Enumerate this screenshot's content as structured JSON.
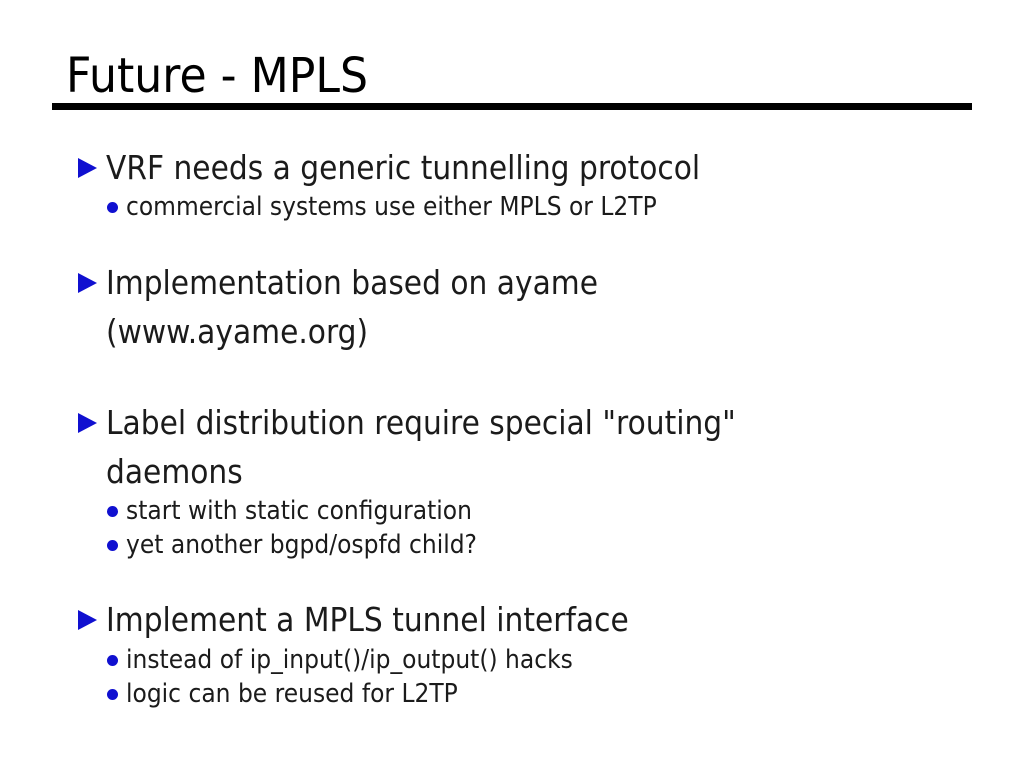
{
  "slide": {
    "title": "Future - MPLS",
    "bullets": [
      {
        "lines": [
          "VRF needs a generic tunnelling protocol"
        ],
        "subs": [
          "commercial systems use either MPLS or L2TP"
        ]
      },
      {
        "lines": [
          "Implementation based on ayame",
          "(www.ayame.org)"
        ],
        "subs": []
      },
      {
        "lines": [
          "Label distribution require special \"routing\"",
          "daemons"
        ],
        "subs": [
          "start with static configuration",
          "yet another bgpd/ospfd child?"
        ]
      },
      {
        "lines": [
          "Implement a MPLS tunnel interface"
        ],
        "subs": [
          "instead of ip_input()/ip_output() hacks",
          "logic can be reused for L2TP"
        ]
      }
    ],
    "colors": {
      "bullet_blue": "#1010d0",
      "text": "#1b1b1b",
      "title": "#000000",
      "background": "#ffffff"
    }
  }
}
